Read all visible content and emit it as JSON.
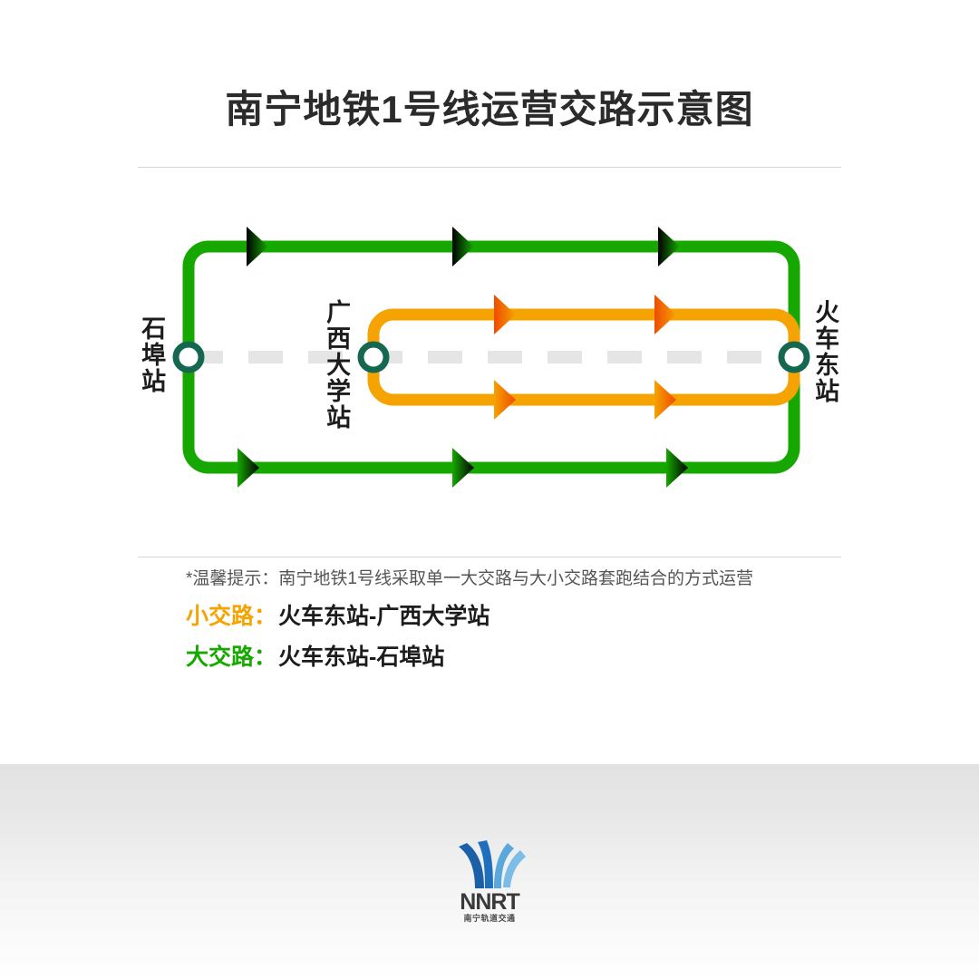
{
  "header": {
    "title": "南宁地铁1号线运营交路示意图"
  },
  "diagram": {
    "stations": [
      {
        "name": "石埠站",
        "position": "left",
        "marker": "interchange-ring"
      },
      {
        "name": "广西大学站",
        "position": "middle",
        "marker": "interchange-ring"
      },
      {
        "name": "火车东站",
        "position": "right",
        "marker": "interchange-ring"
      }
    ],
    "routes": [
      {
        "id": "big-loop",
        "label": "大交路",
        "color": "#16a800",
        "from": "火车东站",
        "to": "石埠站",
        "top_direction": "left",
        "bottom_direction": "right",
        "arrow_count_top": 3,
        "arrow_count_bottom": 3
      },
      {
        "id": "small-loop",
        "label": "小交路",
        "color": "#F5A300",
        "from": "火车东站",
        "to": "广西大学站",
        "top_direction": "left",
        "bottom_direction": "right",
        "arrow_count_top": 2,
        "arrow_count_bottom": 2
      }
    ],
    "centerline": {
      "style": "dashed",
      "color": "#e5e5e5"
    },
    "marker_color": "#15684f",
    "marker_fill": "#ffffff"
  },
  "notes": {
    "tip": "*温馨提示：南宁地铁1号线采取单一大交路与大小交路套跑结合的方式运营",
    "legend": [
      {
        "key": "小交路：",
        "value": "火车东站-广西大学站",
        "color": "#F5A300"
      },
      {
        "key": "大交路：",
        "value": "火车东站-石埠站",
        "color": "#16a800"
      }
    ]
  },
  "footer": {
    "logo_wordmark": "NNRT",
    "logo_subtext": "南宁轨道交通"
  }
}
